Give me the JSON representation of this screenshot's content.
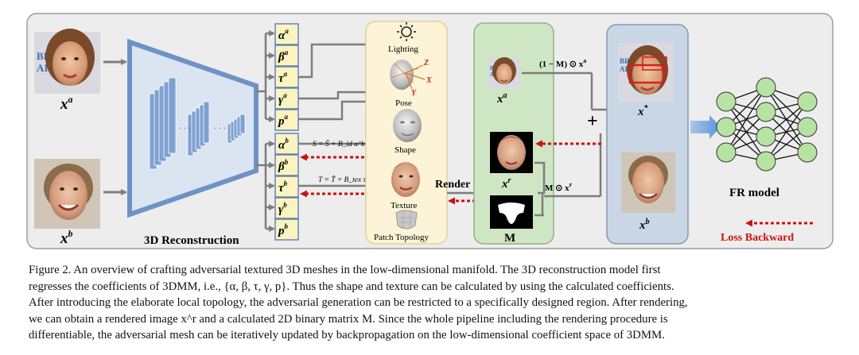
{
  "figure": {
    "recon_label": "3D Reconstruction",
    "inputs": {
      "a": "x",
      "a_sup": "a",
      "b": "x",
      "b_sup": "b"
    },
    "coeffs_a": [
      {
        "sym": "α",
        "sup": "a"
      },
      {
        "sym": "β",
        "sup": "a"
      },
      {
        "sym": "τ",
        "sup": "a"
      },
      {
        "sym": "γ",
        "sup": "a"
      },
      {
        "sym": "p",
        "sup": "a"
      }
    ],
    "coeffs_b": [
      {
        "sym": "α",
        "sup": "b"
      },
      {
        "sym": "β",
        "sup": "b"
      },
      {
        "sym": "τ",
        "sup": "b"
      },
      {
        "sym": "γ",
        "sup": "b"
      },
      {
        "sym": "p",
        "sup": "b"
      }
    ],
    "pipeline": {
      "lighting": "Lighting",
      "pose": "Pose",
      "shape": "Shape",
      "texture": "Texture",
      "patch_topology": "Patch Topology",
      "shape_eq": "S = S̄ + B_id α^b + B_exp β^b",
      "texture_eq": "T = T̄ + B_tex τ^b",
      "axis_z": "Z",
      "axis_x": "X",
      "axis_y": "Y"
    },
    "render_label": "Render",
    "mask_label": "M",
    "green_box": {
      "xa_label": "x",
      "xa_sup": "a",
      "one_minus_m": "(1 − M) ⊙ x",
      "one_minus_m_sup": "a",
      "xr_label": "x",
      "xr_sup": "r",
      "m_odot": "M ⊙ x",
      "m_odot_sup": "r"
    },
    "plus": "+",
    "blue_box": {
      "xstar": "x",
      "xstar_sup": "*",
      "xb": "x",
      "xb_sup": "b"
    },
    "fr_model": "FR model",
    "loss_backward": "Loss Backward",
    "colors": {
      "loss": "#cc1111",
      "arrow": "#808080",
      "coeff_fill": "#fbf3c0",
      "coeff_stroke": "#5b7fb5",
      "cnn": "#6e92c6",
      "pipeline_fill": "#fdf3d6",
      "green_fill": "#cfe6c4",
      "blue_fill": "#c9d6e6",
      "node_fill": "#b6e3a2"
    }
  },
  "caption": {
    "lines": [
      "Figure 2. An overview of crafting adversarial textured 3D meshes in the low-dimensional manifold. The 3D reconstruction model first",
      "regresses the coefficients of 3DMM, i.e., {α, β, τ, γ, p}. Thus the shape and texture can be calculated by using the calculated coefficients.",
      "After introducing the elaborate local topology, the adversarial generation can be restricted to a specifically designed region. After rendering,",
      "we can obtain a rendered image x^r and a calculated 2D binary matrix M. Since the whole pipeline including the rendering procedure is",
      "differentiable, the adversarial mesh can be iteratively updated by backpropagation on the low-dimensional coefficient space of 3DMM."
    ]
  }
}
